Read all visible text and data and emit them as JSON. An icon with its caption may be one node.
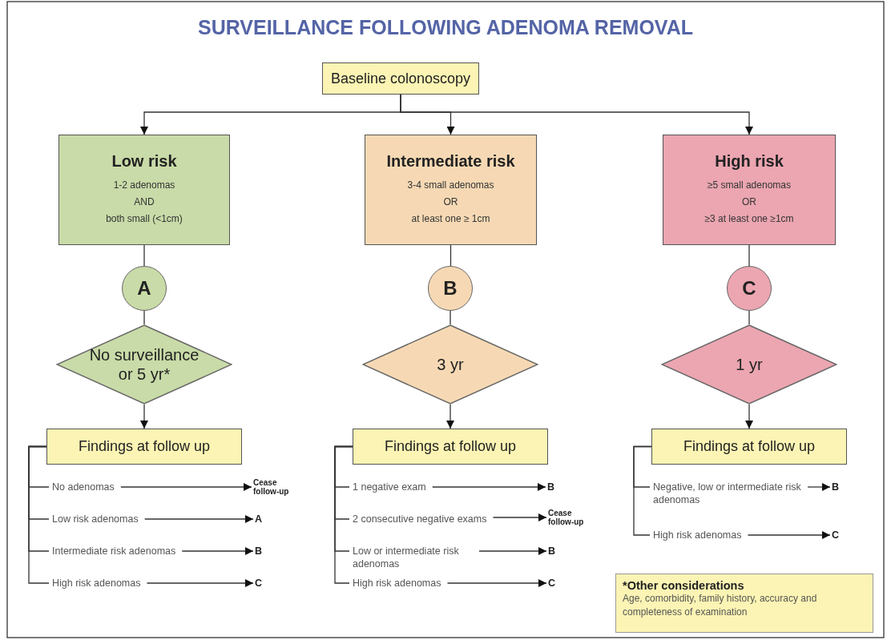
{
  "diagram": {
    "title": "SURVEILLANCE FOLLOWING ADENOMA REMOVAL",
    "nodes": [
      {
        "text": [
          "Baseline colonoscopy"
        ]
      },
      {
        "text": [
          "Low risk",
          "1-2 adenomas",
          "AND",
          "both small (<1cm)"
        ]
      },
      {
        "text": [
          "Intermediate risk",
          "3-4 small adenomas",
          "OR",
          "at least one ≥ 1cm"
        ]
      },
      {
        "text": [
          "High risk",
          "≥5 small adenomas",
          "OR",
          "≥3 at least one ≥1cm"
        ]
      },
      {
        "text": [
          "A"
        ]
      },
      {
        "text": [
          "B"
        ]
      },
      {
        "text": [
          "C"
        ]
      },
      {
        "text": [
          "No surveillance or 5 yr*"
        ]
      },
      {
        "text": [
          "3 yr"
        ]
      },
      {
        "text": [
          "1 yr"
        ]
      },
      {
        "text": [
          "Findings at follow up"
        ]
      },
      {
        "text": [
          "Findings at follow up"
        ]
      },
      {
        "text": [
          "Findings at follow up"
        ]
      },
      {
        "text": [
          "No adenomas"
        ]
      },
      {
        "text": [
          "Cease follow-up"
        ]
      },
      {
        "text": [
          "Low risk adenomas"
        ]
      },
      {
        "text": [
          "A"
        ]
      },
      {
        "text": [
          "Intermediate risk adenomas"
        ]
      },
      {
        "text": [
          "B"
        ]
      },
      {
        "text": [
          "High risk adenomas"
        ]
      },
      {
        "text": [
          "C"
        ]
      },
      {
        "text": [
          "1 negative exam"
        ]
      },
      {
        "text": [
          "B"
        ]
      },
      {
        "text": [
          "2 consecutive negative exams"
        ]
      },
      {
        "text": [
          "Cease follow-up"
        ]
      },
      {
        "text": [
          "Low or intermediate risk adenomas"
        ]
      },
      {
        "text": [
          "B"
        ]
      },
      {
        "text": [
          "High risk adenomas"
        ]
      },
      {
        "text": [
          "C"
        ]
      },
      {
        "text": [
          "Negative, low or intermediate risk adenomas"
        ]
      },
      {
        "text": [
          "B"
        ]
      },
      {
        "text": [
          "High risk adenomas"
        ]
      },
      {
        "text": [
          "C"
        ]
      },
      {
        "text": [
          "*Other considerations",
          "Age, comorbidity, family history, accuracy and completeness of examination"
        ]
      }
    ],
    "edges": [
      {
        "from": 0,
        "to": 1,
        "arrow": "to"
      },
      {
        "from": 0,
        "to": 2,
        "arrow": "to"
      },
      {
        "from": 0,
        "to": 3,
        "arrow": "to"
      },
      {
        "from": 1,
        "to": 4,
        "arrow": "none"
      },
      {
        "from": 2,
        "to": 5,
        "arrow": "none"
      },
      {
        "from": 3,
        "to": 6,
        "arrow": "none"
      },
      {
        "from": 4,
        "to": 7,
        "arrow": "none"
      },
      {
        "from": 5,
        "to": 8,
        "arrow": "none"
      },
      {
        "from": 6,
        "to": 9,
        "arrow": "none"
      },
      {
        "from": 7,
        "to": 10,
        "arrow": "to"
      },
      {
        "from": 8,
        "to": 11,
        "arrow": "to"
      },
      {
        "from": 9,
        "to": 12,
        "arrow": "to"
      },
      {
        "from": 10,
        "to": 13,
        "arrow": "none"
      },
      {
        "from": 10,
        "to": 15,
        "arrow": "none"
      },
      {
        "from": 10,
        "to": 17,
        "arrow": "none"
      },
      {
        "from": 10,
        "to": 19,
        "arrow": "none"
      },
      {
        "from": 13,
        "to": 14,
        "arrow": "to"
      },
      {
        "from": 15,
        "to": 16,
        "arrow": "to"
      },
      {
        "from": 17,
        "to": 18,
        "arrow": "to"
      },
      {
        "from": 19,
        "to": 20,
        "arrow": "to"
      },
      {
        "from": 11,
        "to": 21,
        "arrow": "none"
      },
      {
        "from": 11,
        "to": 23,
        "arrow": "none"
      },
      {
        "from": 11,
        "to": 25,
        "arrow": "none"
      },
      {
        "from": 11,
        "to": 27,
        "arrow": "none"
      },
      {
        "from": 21,
        "to": 22,
        "arrow": "to"
      },
      {
        "from": 23,
        "to": 24,
        "arrow": "to"
      },
      {
        "from": 25,
        "to": 26,
        "arrow": "to"
      },
      {
        "from": 27,
        "to": 28,
        "arrow": "to"
      },
      {
        "from": 12,
        "to": 29,
        "arrow": "none"
      },
      {
        "from": 12,
        "to": 31,
        "arrow": "none"
      },
      {
        "from": 29,
        "to": 30,
        "arrow": "to"
      },
      {
        "from": 31,
        "to": 32,
        "arrow": "to"
      }
    ]
  }
}
